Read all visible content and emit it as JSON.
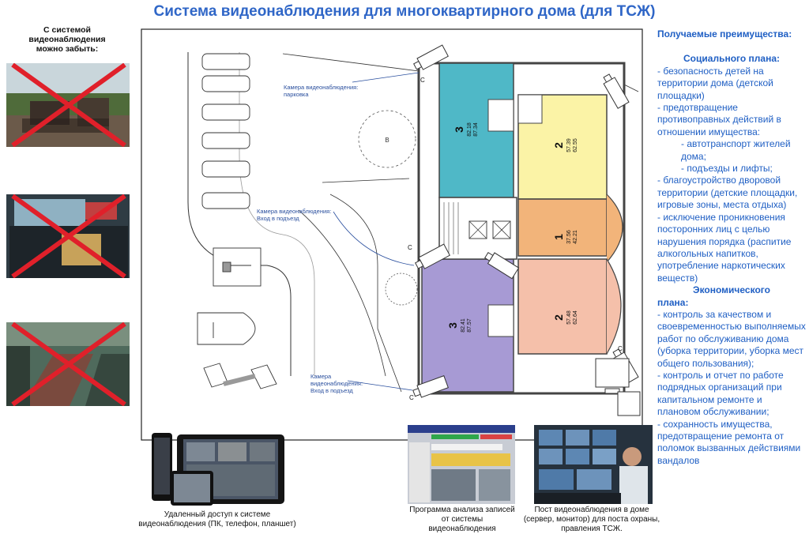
{
  "title": "Система видеонаблюдения для многоквартирного дома (для ТСЖ)",
  "left_caption": [
    "С системой",
    "видеонаблюдения",
    "можно забыть:"
  ],
  "plan": {
    "camera_labels": [
      [
        "Камера видеонаблюдения:",
        "парковка"
      ],
      [
        "Камера видеонаблюдения:",
        "Вход в подъезд"
      ],
      [
        "Камера",
        "видеонаблюдения:",
        "Вход в подъезд"
      ]
    ],
    "apartments": [
      {
        "rooms": "3",
        "line1": "82.18",
        "line2": "87.34"
      },
      {
        "rooms": "2",
        "line1": "57.39",
        "line2": "62.55"
      },
      {
        "rooms": "1",
        "line1": "37.56",
        "line2": "42.21"
      },
      {
        "rooms": "3",
        "line1": "82.41",
        "line2": "87.57"
      },
      {
        "rooms": "2",
        "line1": "57.48",
        "line2": "62.64"
      }
    ],
    "camera_letter": "C",
    "tree_letter": "B"
  },
  "right": {
    "heading": "Получаемые преимущества:",
    "social_heading": "Социального плана:",
    "social_items": [
      "- безопасность детей на территории дома (детской площадки)",
      "- предотвращение противоправных действий в отношении имущества:",
      "- автотранспорт жителей дома;",
      "- подъезды и лифты;",
      "- благоустройство дворовой территории (детские площадки, игровые зоны, места отдыха)",
      "- исключение проникновения посторонних лиц с целью нарушения порядка (распитие алкогольных напитков, употребление наркотических веществ)"
    ],
    "econ_heading_1": "Экономического",
    "econ_heading_2": "плана:",
    "econ_items": [
      "- контроль за качеством и своевременностью выполняемых работ по обслуживанию дома (уборка территории, уборка мест общего пользования);",
      "- контроль и отчет по работе подрядных организаций при капитальном ремонте и плановом обслуживании;",
      "- сохранность имущества, предотвращение ремонта от поломок вызванных действиями вандалов"
    ]
  },
  "bottom": {
    "remote": [
      "Удаленный доступ к системе",
      "видеонаблюдения (ПК, телефон, планшет)"
    ],
    "program": [
      "Программа анализа записей",
      "от системы",
      "видеонаблюдения"
    ],
    "post": [
      "Пост видеонаблюдения в доме",
      "(сервер, монитор) для поста охраны,",
      "правления ТСЖ."
    ]
  },
  "colors": {
    "title": "#2f66c7",
    "teal": "#4fb8c7",
    "yellow": "#fbf3a6",
    "orange": "#f2b47a",
    "pink": "#f5c0aa",
    "purple": "#a79ad4",
    "cross": "#e0202a"
  }
}
